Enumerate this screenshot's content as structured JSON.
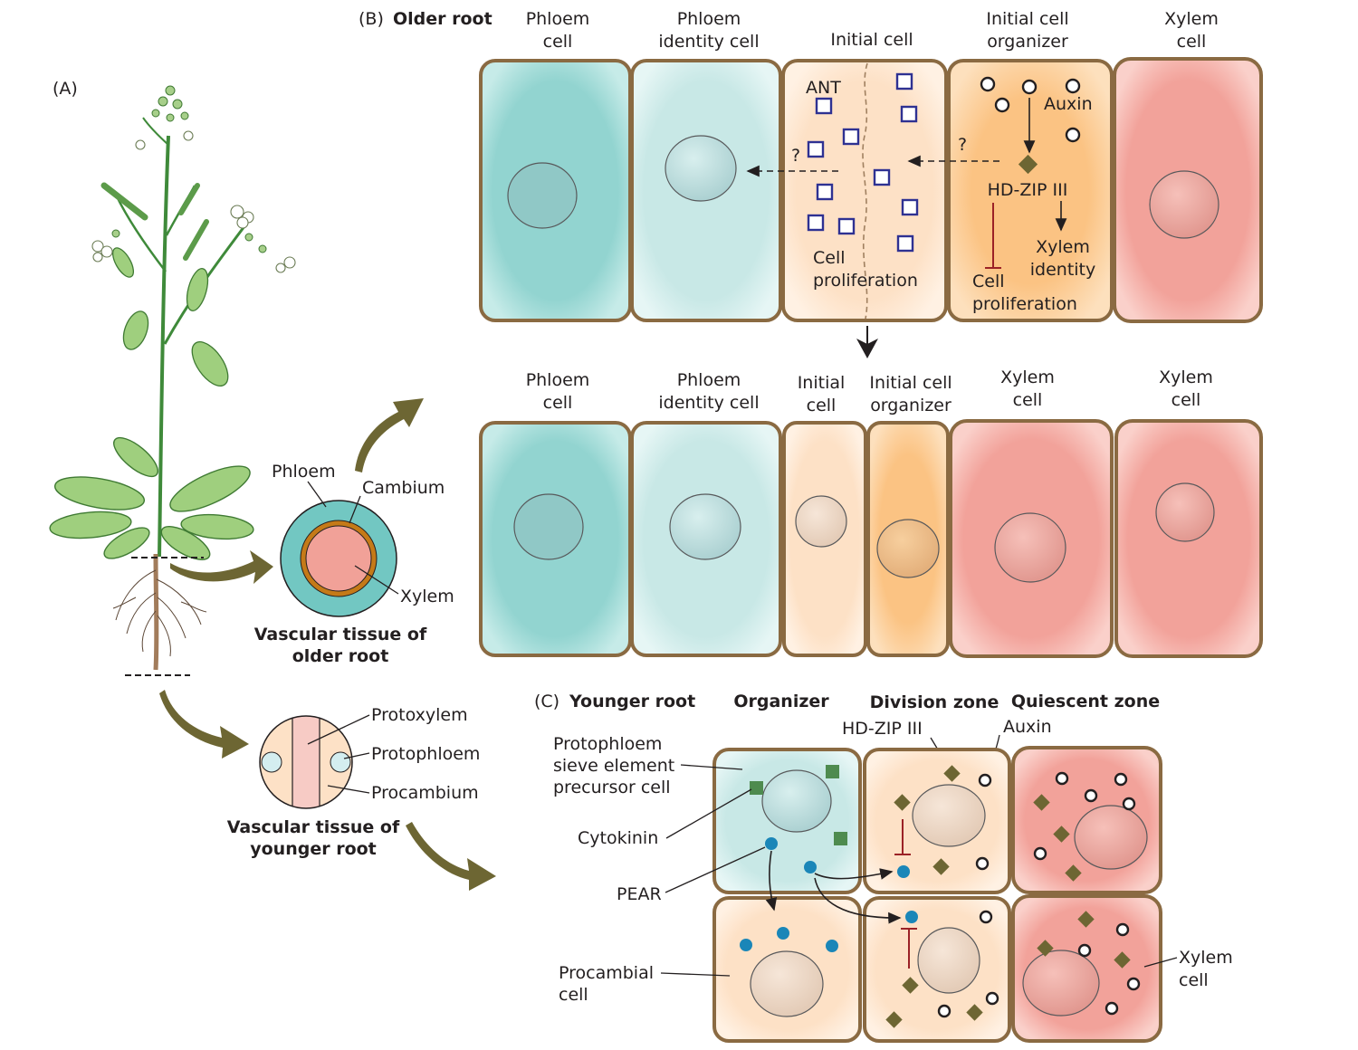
{
  "panel_a": {
    "label": "(A)",
    "older_root_cross_section": {
      "labels": [
        "Phloem",
        "Cambium",
        "Xylem"
      ],
      "caption_line1": "Vascular tissue of",
      "caption_line2": "older root"
    },
    "younger_root_cross_section": {
      "labels": [
        "Protoxylem",
        "Protophloem",
        "Procambium"
      ],
      "caption_line1": "Vascular tissue of",
      "caption_line2": "younger root"
    }
  },
  "panel_b": {
    "label": "(B)",
    "title": "Older root",
    "top_row": {
      "cells": [
        {
          "line1": "Phloem",
          "line2": "cell"
        },
        {
          "line1": "Phloem",
          "line2": "identity cell"
        },
        {
          "line1": "",
          "line2": "Initial cell"
        },
        {
          "line1": "Initial cell",
          "line2": "organizer"
        },
        {
          "line1": "Xylem",
          "line2": "cell"
        }
      ],
      "annotations": {
        "ant": "ANT",
        "auxin": "Auxin",
        "hdzip": "HD-ZIP III",
        "question1": "?",
        "question2": "?",
        "cell_prolif_left_1": "Cell",
        "cell_prolif_left_2": "proliferation",
        "cell_prolif_right_1": "Cell",
        "cell_prolif_right_2": "proliferation",
        "xylem_identity_1": "Xylem",
        "xylem_identity_2": "identity"
      }
    },
    "bottom_row": {
      "cells": [
        {
          "line1": "Phloem",
          "line2": "cell"
        },
        {
          "line1": "Phloem",
          "line2": "identity cell"
        },
        {
          "line1": "Initial",
          "line2": "cell"
        },
        {
          "line1": "Initial cell",
          "line2": "organizer"
        },
        {
          "line1": "Xylem",
          "line2": "cell"
        },
        {
          "line1": "Xylem",
          "line2": "cell"
        }
      ]
    }
  },
  "panel_c": {
    "label": "(C)",
    "title": "Younger root",
    "column_headers": [
      "Organizer",
      "Division zone",
      "Quiescent zone"
    ],
    "left_labels": {
      "protophloem_1": "Protophloem",
      "protophloem_2": "sieve element",
      "protophloem_3": "precursor cell",
      "cytokinin": "Cytokinin",
      "pear": "PEAR",
      "procambial_1": "Procambial",
      "procambial_2": "cell"
    },
    "top_labels": {
      "hdzip": "HD-ZIP III",
      "auxin": "Auxin"
    },
    "right_labels": {
      "xylem_1": "Xylem",
      "xylem_2": "cell"
    }
  },
  "colors": {
    "phloem": "#8fd3cf",
    "phloem_identity": "#c8e8e6",
    "initial": "#fde3c8",
    "organizer": "#fbc68a",
    "xylem": "#f2a39b",
    "wall": "#8a6a42",
    "arrow_olive": "#6d6633"
  }
}
